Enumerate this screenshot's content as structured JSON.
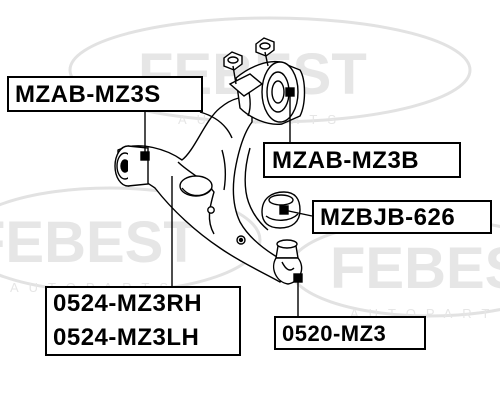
{
  "diagram": {
    "watermark": {
      "brand": "FEBEST",
      "subtitle": "AUTOPARTS"
    },
    "labels": {
      "bushing_small": "MZAB-MZ3S",
      "bushing_big": "MZAB-MZ3B",
      "boot": "MZBJB-626",
      "arm_rh": "0524-MZ3RH",
      "arm_lh": "0524-MZ3LH",
      "ball_joint": "0520-MZ3"
    },
    "colors": {
      "line": "#000000",
      "watermark": "#e3e3e3",
      "background": "#ffffff"
    }
  }
}
